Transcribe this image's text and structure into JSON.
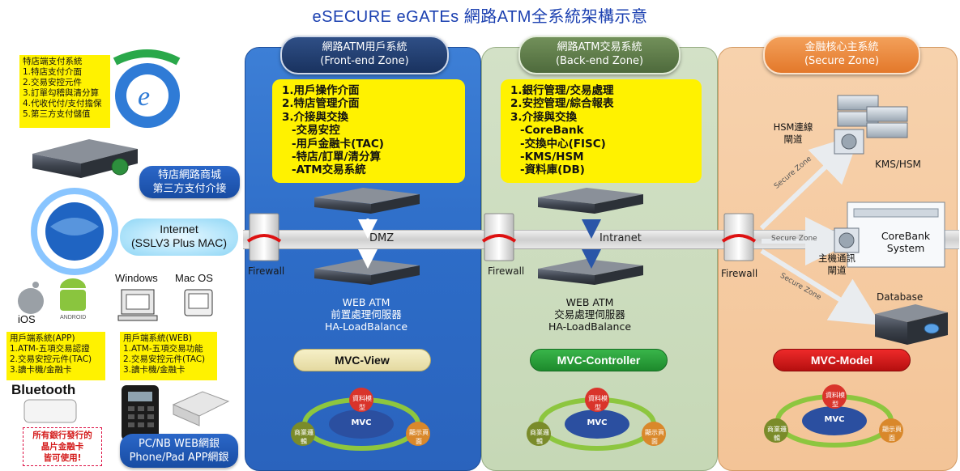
{
  "title": "eSECURE eGATEs 網路ATM全系統架構示意",
  "zones": {
    "front": {
      "name": "網路ATM用戶系統",
      "sub": "(Front-end Zone)"
    },
    "back": {
      "name": "網路ATM交易系統",
      "sub": "(Back-end Zone)"
    },
    "secure": {
      "name": "金融核心主系統",
      "sub": "(Secure Zone)"
    }
  },
  "front_box": {
    "items": [
      "1.用戶操作介面",
      "2.特店管理介面",
      "3.介接與交換",
      "-交易安控",
      "-用戶金融卡(TAC)",
      "-特店/訂單/清分算",
      "-ATM交易系統"
    ]
  },
  "back_box": {
    "items": [
      "1.銀行管理/交易處理",
      "2.安控管理/綜合報表",
      "3.介接與交換",
      "-CoreBank",
      "-交換中心(FISC)",
      "-KMS/HSM",
      "-資料庫(DB)"
    ]
  },
  "merchant_note": {
    "items": [
      "特店端支付系統",
      "1.特店支付介面",
      "2.交易安控元件",
      "3.訂單勾稽與清分算",
      "4.代收代付/支付擔保",
      "5.第三方支付儲值"
    ]
  },
  "merchant_pill": {
    "line1": "特店網路商城",
    "line2": "第三方支付介接"
  },
  "internet": {
    "line1": "Internet",
    "line2": "(SSLV3 Plus MAC)"
  },
  "pipe_labels": {
    "dmz": "DMZ",
    "intranet": "Intranet"
  },
  "firewall_label": "Firewall",
  "front_server": {
    "l1": "WEB ATM",
    "l2": "前置處理伺服器",
    "l3": "HA-LoadBalance"
  },
  "back_server": {
    "l1": "WEB ATM",
    "l2": "交易處理伺服器",
    "l3": "HA-LoadBalance"
  },
  "mvc": {
    "view": "MVC-View",
    "controller": "MVC-Controller",
    "model": "MVC-Model"
  },
  "mvc_card": {
    "top": "資料模型",
    "left": "商業邏輯",
    "right": "顯示頁面",
    "center": "MVC"
  },
  "secure_side": {
    "hsm_link": {
      "l1": "HSM連線",
      "l2": "閘道"
    },
    "kms": "KMS/HSM",
    "corebank": {
      "l1": "CoreBank",
      "l2": "System"
    },
    "host_link": {
      "l1": "主機通訊",
      "l2": "閘道"
    },
    "database": "Database",
    "zone_tag": "Secure Zone"
  },
  "os": {
    "ios": "iOS",
    "android": "ANDROID",
    "windows": "Windows",
    "mac": "Mac OS"
  },
  "app_note": {
    "items": [
      "用戶端系統(APP)",
      "1.ATM-五項交易認證",
      "2.交易安控元件(TAC)",
      "3.讀卡機/金融卡"
    ]
  },
  "web_note": {
    "items": [
      "用戶端系統(WEB)",
      "1.ATM-五項交易功能",
      "2.交易安控元件(TAC)",
      "3.讀卡機/金融卡"
    ]
  },
  "bluetooth": "Bluetooth",
  "allbank": {
    "l1": "所有銀行發行的",
    "l2": "晶片金融卡",
    "l3": "皆可使用!"
  },
  "bottom_pill": {
    "line1": "PC/NB WEB網銀",
    "line2": "Phone/Pad APP網銀"
  },
  "colors": {
    "front": "#2d6cc7",
    "back": "#c6d8b6",
    "secure": "#f3c497",
    "yellow": "#fff200",
    "title": "#1a3fb0"
  }
}
